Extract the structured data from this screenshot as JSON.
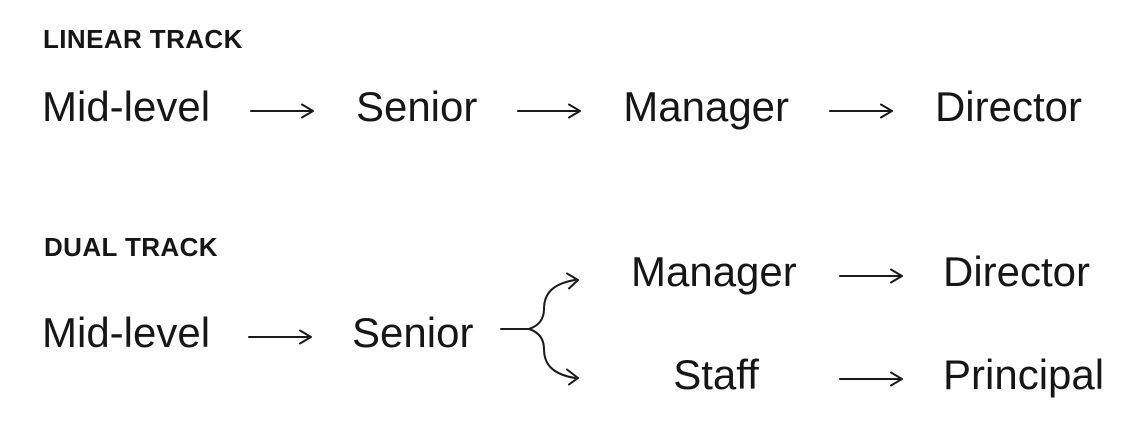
{
  "canvas": {
    "background": "#ffffff",
    "ink": "#161616"
  },
  "linear_track": {
    "heading": "LINEAR TRACK",
    "nodes": [
      "Mid-level",
      "Senior",
      "Manager",
      "Director"
    ]
  },
  "dual_track": {
    "heading": "DUAL TRACK",
    "stem_nodes": [
      "Mid-level",
      "Senior"
    ],
    "management_branch": [
      "Manager",
      "Director"
    ],
    "ic_branch": [
      "Staff",
      "Principal"
    ]
  },
  "icons": {
    "arrow": "long-right-arrow",
    "fork": "two-way-branch-fork"
  }
}
